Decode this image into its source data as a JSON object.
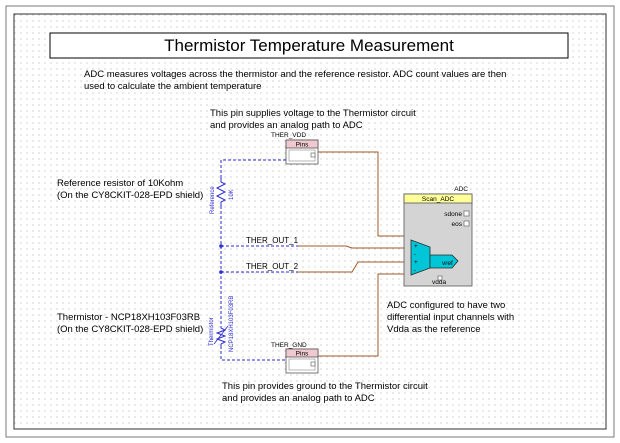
{
  "title": "Thermistor Temperature Measurement",
  "description": {
    "line1": "ADC measures voltages across the thermistor and the reference resistor. ADC count values are then",
    "line2": "used to calculate the ambient temperature"
  },
  "vdd_note": {
    "line1": "This pin supplies voltage to the Thermistor circuit",
    "line2": "and provides an analog path to ADC"
  },
  "gnd_note": {
    "line1": "This pin provides ground to the Thermistor circuit",
    "line2": "and provides an analog path to ADC"
  },
  "ref_resistor_note": {
    "line1": "Reference resistor of 10Kohm",
    "line2": "(On the CY8CKIT-028-EPD shield)"
  },
  "thermistor_note": {
    "line1": "Thermistor - NCP18XH103F03RB",
    "line2": "(On the CY8CKIT-028-EPD shield)"
  },
  "adc_note": {
    "line1": "ADC configured to have two",
    "line2": "differential input channels with",
    "line3": "Vdda as the reference"
  },
  "pins": {
    "vdd": {
      "name": "THER_VDD",
      "label": "Pins"
    },
    "gnd": {
      "name": "THER_GND",
      "label": "Pins"
    }
  },
  "nets": {
    "out1": "THER_OUT_1",
    "out2": "THER_OUT_2"
  },
  "resistor": {
    "label": "Reference",
    "value": "10K"
  },
  "thermistor": {
    "label": "Thermistor",
    "part": "NCP18XH103F03RB"
  },
  "adc": {
    "type_label": "ADC",
    "name": "Scan_ADC",
    "sdone": "sdone",
    "eos": "eos",
    "vref": "vref",
    "vdda": "vdda",
    "plus": "+",
    "minus": "-"
  },
  "colors": {
    "wire": "#a05a28",
    "dashed_wire": "#2b2bd0",
    "adc_header": "#ffff99",
    "adc_body": "#d4d4d4",
    "adc_mux": "#00c6d8",
    "pins_box": "#f0c8d0"
  }
}
